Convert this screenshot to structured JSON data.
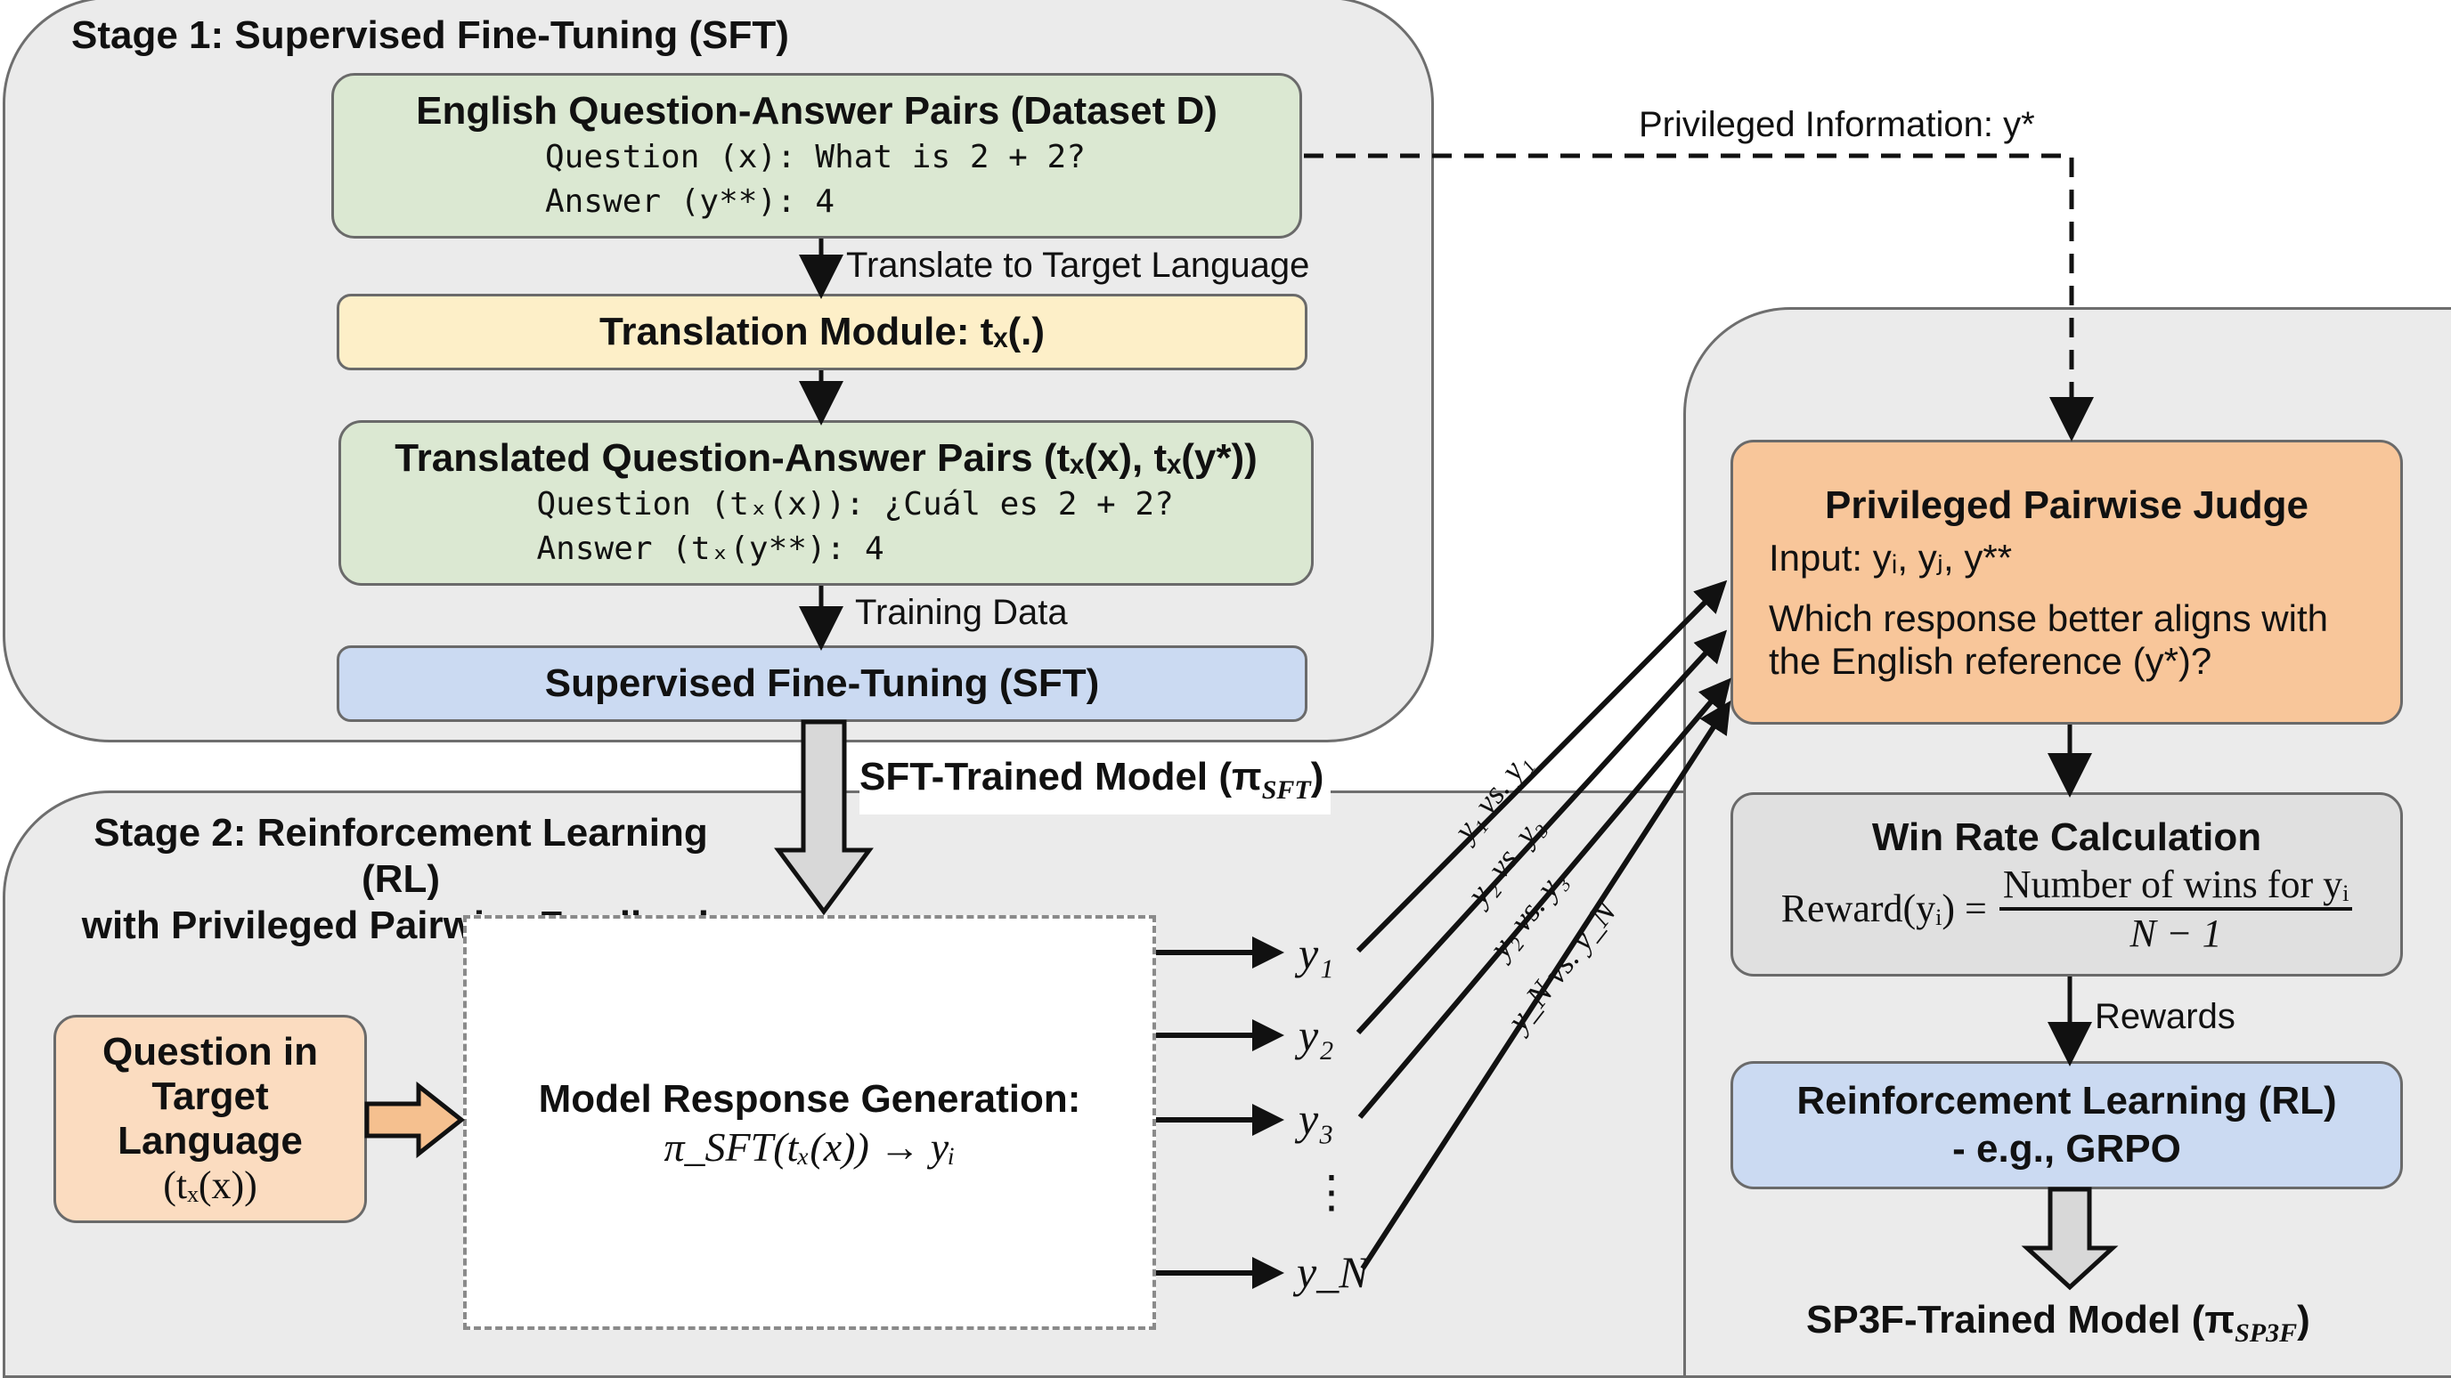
{
  "stage1": {
    "title": "Stage 1: Supervised Fine-Tuning (SFT)",
    "english_pairs": {
      "title": "English Question-Answer Pairs (Dataset D)",
      "question_label": "Question (x): What is 2 + 2?",
      "answer_label": "Answer (y**): 4"
    },
    "translate_label": "Translate to Target Language",
    "translation_module": "Translation Module: tₓ(.)",
    "translated_pairs": {
      "title": "Translated Question-Answer Pairs (tₓ(x), tₓ(y*))",
      "question_label": "Question (tₓ(x)): ¿Cuál es 2 + 2?",
      "answer_label": "Answer (tₓ(y**): 4"
    },
    "training_data_label": "Training Data",
    "sft_box": "Supervised Fine-Tuning (SFT)"
  },
  "sft_model_label": "SFT-Trained Model (π",
  "sft_model_sub": "SFT",
  "privileged_info_label": "Privileged Information: y*",
  "stage2": {
    "title_line1": "Stage 2: Reinforcement Learning (RL)",
    "title_line2": "with Privileged Pairwise Feedback",
    "question_box": {
      "line1": "Question in",
      "line2": "Target",
      "line3": "Language",
      "line4": "(tₓ(x))"
    },
    "generation": {
      "title": "Model Response Generation:",
      "formula": "π_SFT(tₓ(x)) → yᵢ"
    },
    "outputs": [
      "y₁",
      "y₂",
      "y₃",
      "⋮",
      "y_N"
    ],
    "pairs": [
      "y₁ vs. y₁",
      "y₂ vs. y₃",
      "y₂ vs. y₃",
      "y_N vs. y_N"
    ]
  },
  "judge": {
    "title": "Privileged Pairwise Judge",
    "input": "Input: yᵢ, yⱼ, y**",
    "question_line1": "Which response better aligns with",
    "question_line2": "the English reference (y*)?"
  },
  "win_rate": {
    "title": "Win Rate Calculation",
    "lhs": "Reward(yᵢ) =",
    "numerator": "Number of wins for yᵢ",
    "denominator": "N − 1"
  },
  "rewards_label": "Rewards",
  "rl_box": {
    "line1": "Reinforcement Learning (RL)",
    "line2": "- e.g., GRPO"
  },
  "final_model_label": "SP3F-Trained Model (π",
  "final_model_sub": "SP3F"
}
